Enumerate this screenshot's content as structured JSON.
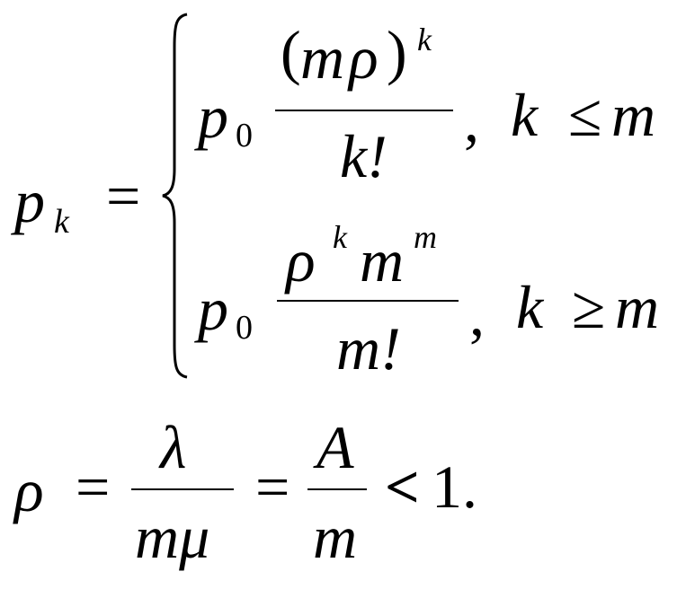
{
  "formula1": {
    "lhs": "p",
    "lhs_sub": "k",
    "eq": "=",
    "case1": {
      "coef": "p",
      "coef_sub": "0",
      "num_open": "(",
      "num_m": "m",
      "num_rho": "ρ",
      "num_close": ")",
      "num_sup": "k",
      "den": "k!",
      "comma": ",",
      "cond_var": "k",
      "cond_op": "≤",
      "cond_rhs": "m"
    },
    "case2": {
      "coef": "p",
      "coef_sub": "0",
      "num_rho": "ρ",
      "num_rho_sup": "k",
      "num_m": "m",
      "num_m_sup": "m",
      "den": "m!",
      "comma": ",",
      "cond_var": "k",
      "cond_op": "≥",
      "cond_rhs": "m"
    }
  },
  "formula2": {
    "lhs": "ρ",
    "eq1": "=",
    "frac1_num": "λ",
    "frac1_den": "mμ",
    "eq2": "=",
    "frac2_num": "A",
    "frac2_den": "m",
    "lt": "<",
    "rhs": "1."
  }
}
